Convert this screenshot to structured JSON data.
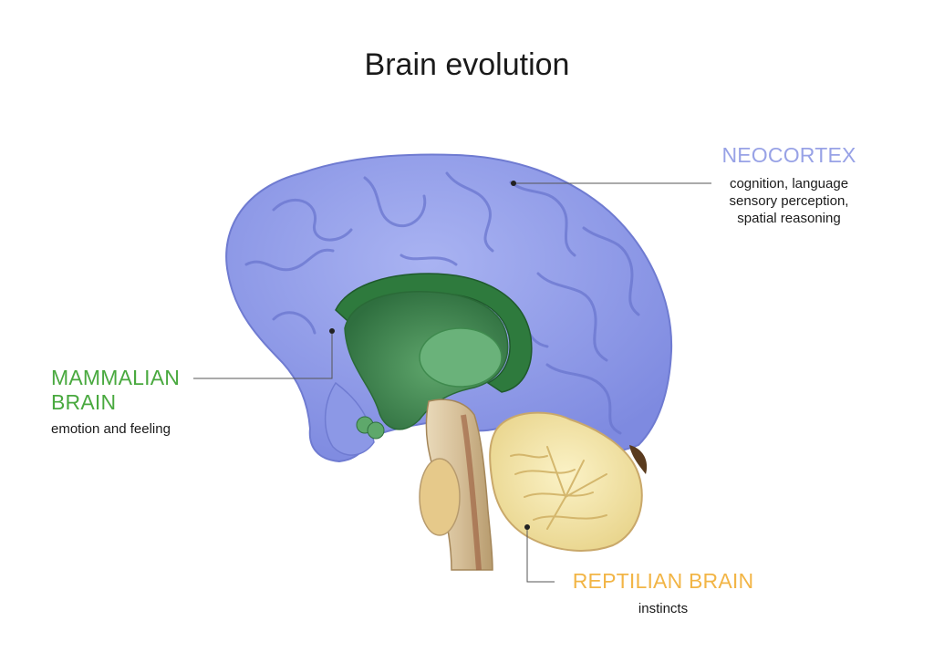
{
  "title": "Brain evolution",
  "colors": {
    "neocortex": "#8f9be8",
    "neocortex_label": "#98a2e6",
    "mammalian": "#3e8e4e",
    "mammalian_label": "#49a93f",
    "reptilian": "#f3e7a9",
    "reptilian_label": "#f2b546",
    "brainstem": "#d8c39f",
    "text": "#1a1a1a"
  },
  "labels": {
    "neocortex": {
      "heading": "NEOCORTEX",
      "lines": [
        "cognition, language",
        "sensory perception,",
        "spatial reasoning"
      ]
    },
    "mammalian": {
      "heading_lines": [
        "MAMMALIAN",
        "BRAIN"
      ],
      "description": "emotion and feeling"
    },
    "reptilian": {
      "heading": "REPTILIAN BRAIN",
      "description": "instincts"
    }
  }
}
